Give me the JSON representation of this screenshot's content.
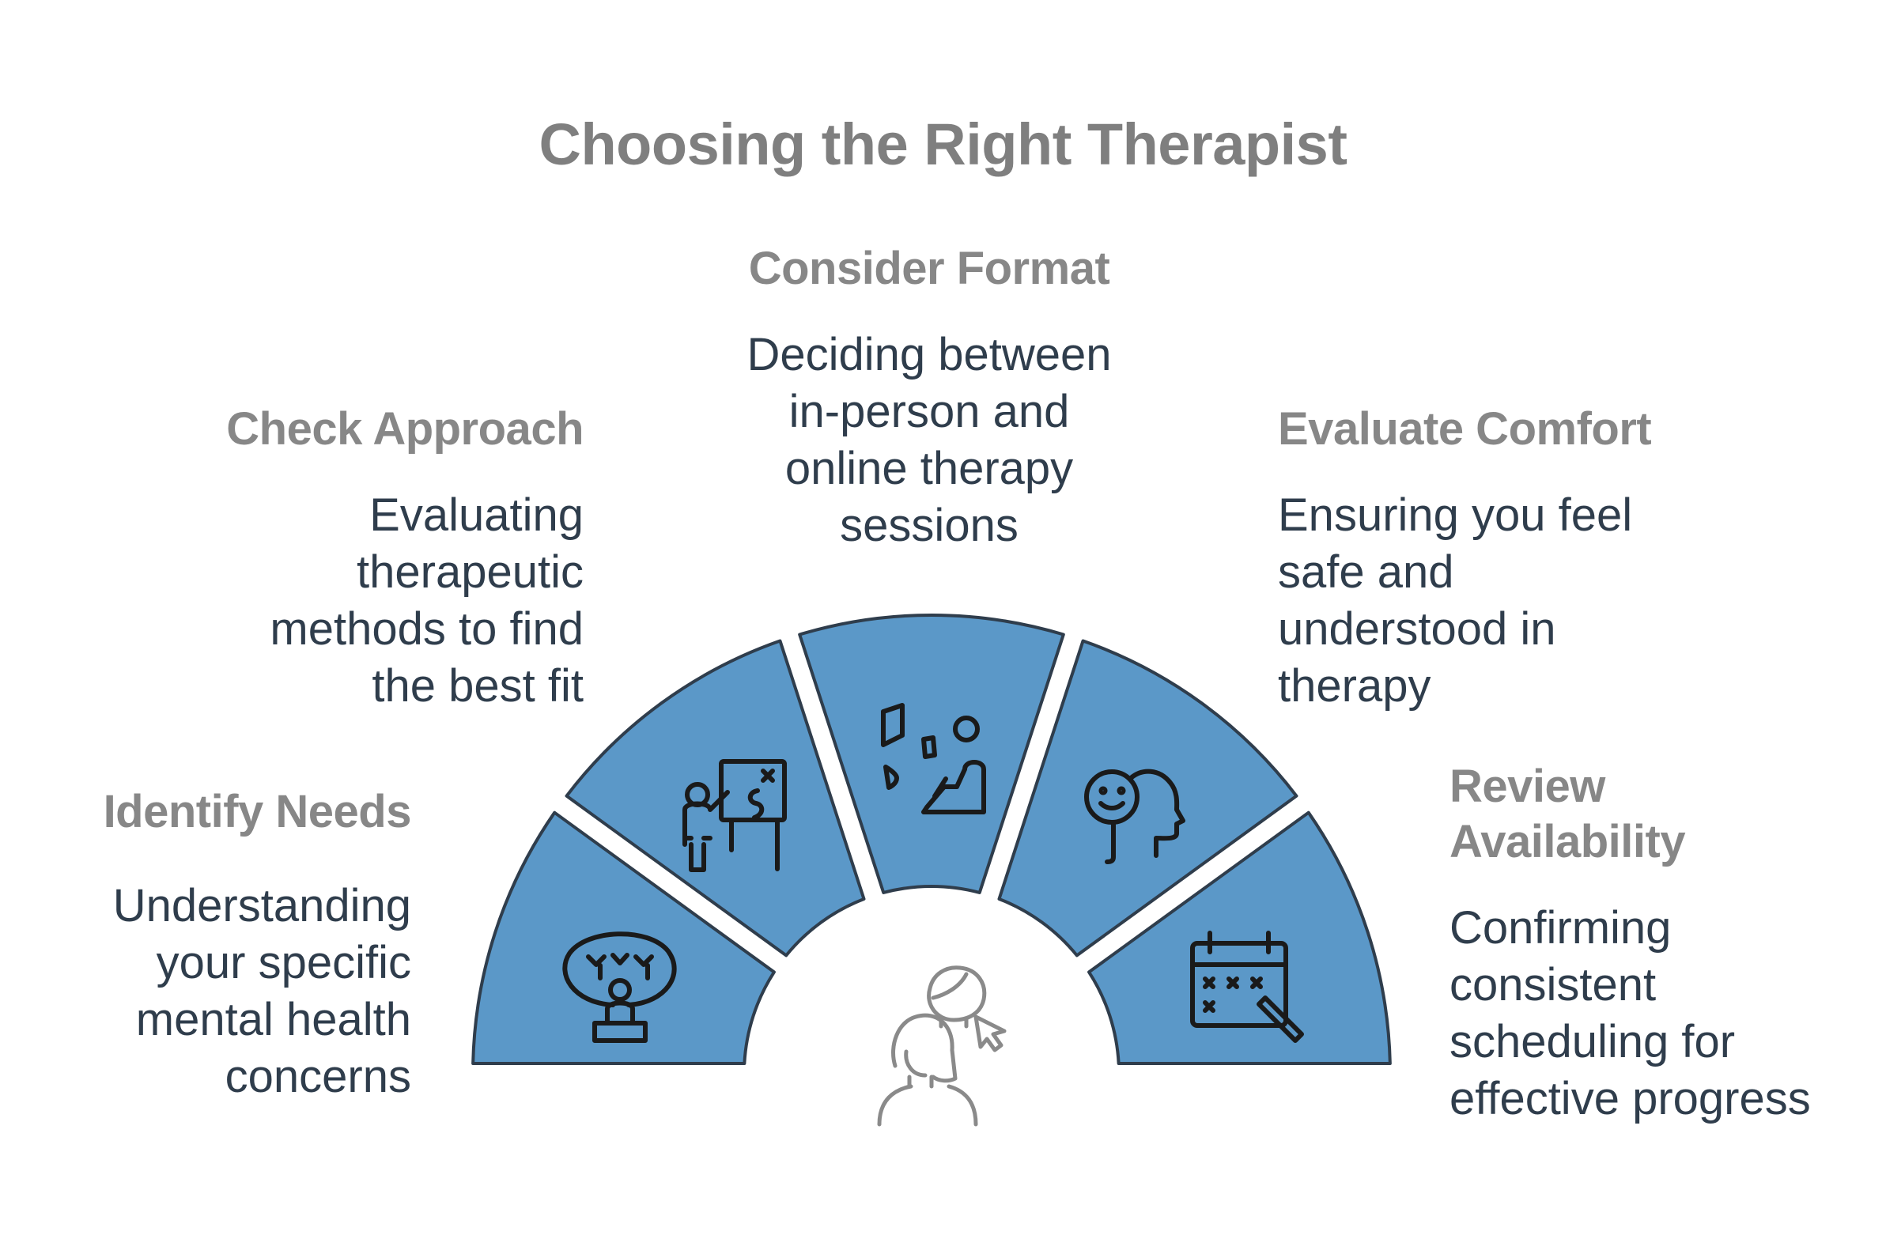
{
  "title": "Choosing the Right Therapist",
  "steps": [
    {
      "heading": "Identify Needs",
      "lines": [
        "Understanding",
        "your specific",
        "mental health",
        "concerns"
      ],
      "icon": "meditation-icon"
    },
    {
      "heading": "Check Approach",
      "lines": [
        "Evaluating",
        "therapeutic",
        "methods to find",
        "the best fit"
      ],
      "icon": "presentation-board-icon"
    },
    {
      "heading": "Consider Format",
      "lines": [
        "Deciding between",
        "in-person and",
        "online therapy",
        "sessions"
      ],
      "icon": "therapy-session-icon"
    },
    {
      "heading": "Evaluate Comfort",
      "lines": [
        "Ensuring you feel",
        "safe and",
        "understood in",
        "therapy"
      ],
      "icon": "smiling-head-icon"
    },
    {
      "heading": "Review Availability",
      "heading_lines": [
        "Review",
        "Availability"
      ],
      "lines": [
        "Confirming",
        "consistent",
        "scheduling for",
        "effective progress"
      ],
      "icon": "calendar-schedule-icon"
    }
  ],
  "center_icon": "therapist-and-client-icon",
  "colors": {
    "segment_fill": "#5b98c8",
    "segment_stroke": "#2f3d4c",
    "heading": "#878787",
    "body": "#2f3d4c",
    "title": "#7f7f7f",
    "icon_center": "#8a8a8a"
  }
}
